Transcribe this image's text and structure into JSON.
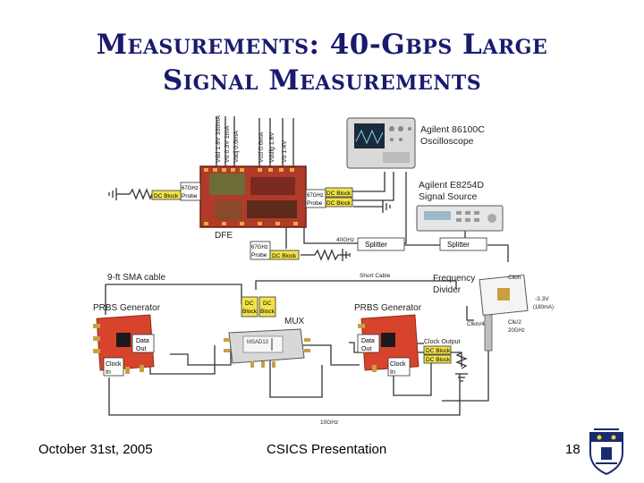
{
  "slide": {
    "title_line1": "Measurements: 40-Gbps Large",
    "title_line2": "Signal Measurements",
    "footer_date": "October 31st, 2005",
    "footer_center": "CSICS Presentation",
    "page_number": "18"
  },
  "diagram": {
    "oscilloscope": {
      "line1": "Agilent 86100C",
      "line2": "Oscilloscope"
    },
    "signal_source": {
      "line1": "Agilent E8254D",
      "line2": "Signal Source"
    },
    "dfe_label": "DFE",
    "mux_label": "MUX",
    "mux_chip": "MSAD13",
    "sma_cable": "9-ft SMA cable",
    "short_cable": "Short Cable",
    "splitter_left": "Splitter",
    "splitter_right": "Splitter",
    "freq_40": "40GHz",
    "freq_10": "10GHz",
    "freq_divider": {
      "line1": "Frequency",
      "line2": "Divider"
    },
    "clkin": "Clkin",
    "clkin4": "Clkin/4",
    "clk2": "Clk/2",
    "clk2_freq": "20GHz",
    "bias_voltage": "-3.3V",
    "bias_current": "(180mA)",
    "prbs_left": "PRBS Generator",
    "prbs_right": "PRBS Generator",
    "data_out": {
      "line1": "Data",
      "line2": "Out"
    },
    "clock_in": {
      "line1": "Clock",
      "line2": "In"
    },
    "clock_output": "Clock Output",
    "dc_block": "DC Block",
    "dc_line1": "DC",
    "dc_line2": "Block",
    "probe_67_left": {
      "line1": "67GHz",
      "line2": "Probe"
    },
    "probe_67_right": {
      "line1": "67GHz",
      "line2": "Probe"
    },
    "probe_67_bottom": {
      "line1": "67GHz",
      "line2": "Probe"
    },
    "supply_labels": [
      "Vdd 1.8V 330mA",
      "Vtt 0.3V 1mA",
      "Vadj 0.6mA",
      "Vcd 0.6mA",
      "Vddlg 1.8V",
      "Vtt 1.4V"
    ]
  },
  "colors": {
    "title": "#1a1a6e",
    "dc_block": "#f2e34a",
    "prbs_board": "#d8432c",
    "dfe_die": "#b23a2a",
    "wire": "#333333"
  }
}
